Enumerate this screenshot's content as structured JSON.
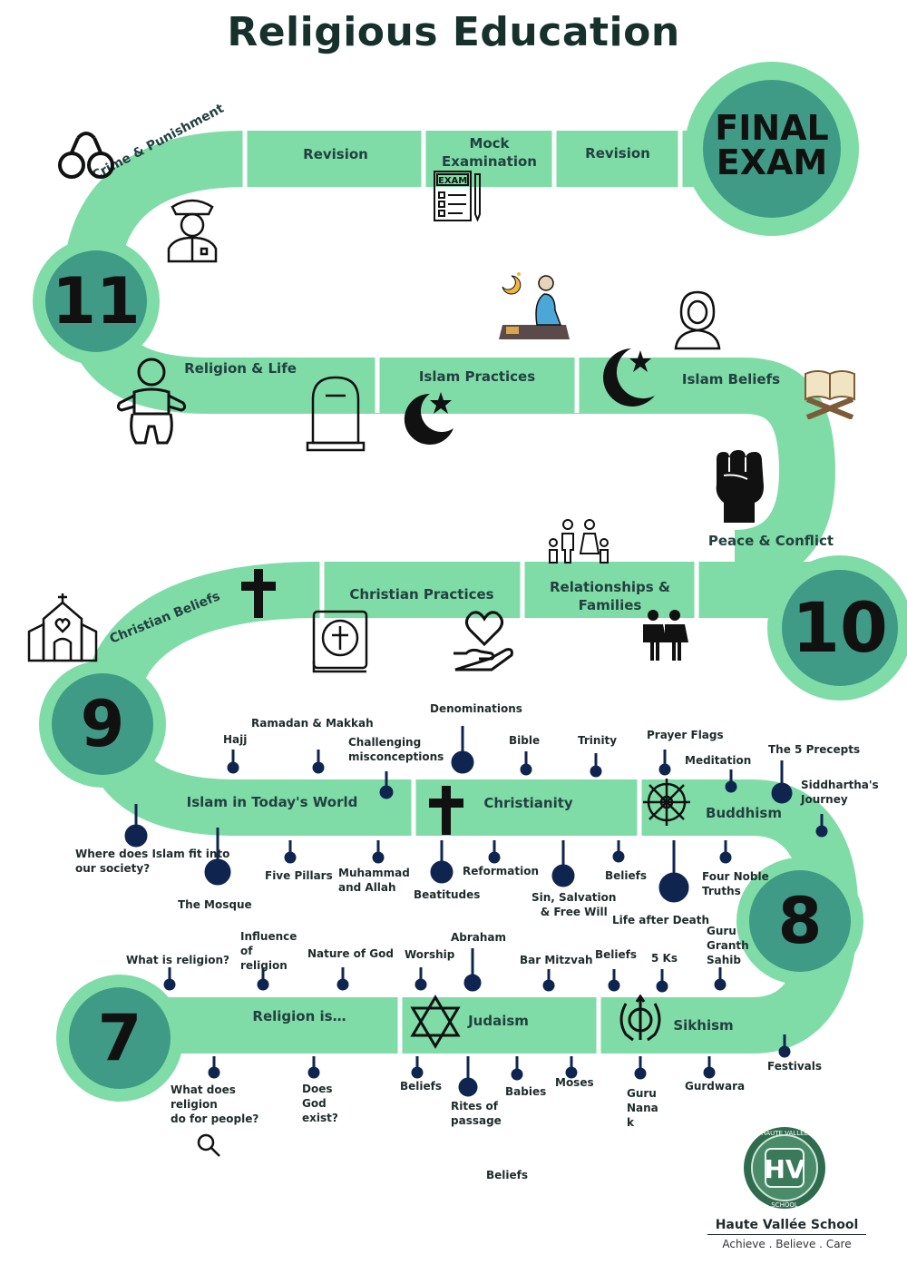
{
  "title": "Religious Education",
  "years": {
    "y11": "11",
    "y10": "10",
    "y9": "9",
    "y8": "8",
    "y7": "7"
  },
  "final_exam": "FINAL\nEXAM",
  "year11": {
    "crime": "Crime & Punishment",
    "revision1": "Revision",
    "mock": "Mock\nExamination",
    "revision2": "Revision",
    "exam_label": "EXAM",
    "religion_life": "Religion & Life",
    "islam_practices": "Islam Practices",
    "islam_beliefs": "Islam Beliefs"
  },
  "year10": {
    "peace": "Peace & Conflict",
    "relationships": "Relationships &\nFamilies",
    "christian_practices": "Christian Practices",
    "christian_beliefs": "Christian Beliefs"
  },
  "year9": {
    "islam_today": "Islam in Today's World",
    "christianity": "Christianity",
    "buddhism": "Buddhism",
    "hajj": "Hajj",
    "ramadan": "Ramadan & Makkah",
    "challenging": "Challenging\nmisconceptions",
    "denominations": "Denominations",
    "bible": "Bible",
    "trinity": "Trinity",
    "prayer_flags": "Prayer Flags",
    "meditation": "Meditation",
    "precepts": "The 5 Precepts",
    "siddhartha": "Siddhartha's\nJourney",
    "where_islam": "Where does Islam fit into\nour society?",
    "mosque": "The Mosque",
    "five_pillars": "Five Pillars",
    "muhammad": "Muhammad\nand Allah",
    "beatitudes": "Beatitudes",
    "reformation": "Reformation",
    "sin": "Sin, Salvation\n& Free Will",
    "beliefs": "Beliefs",
    "afterlife": "Life after Death",
    "four_truths": "Four Noble\nTruths"
  },
  "year7": {
    "religion_is": "Religion is…",
    "judaism": "Judaism",
    "sikhism": "Sikhism",
    "what_is": "What is religion?",
    "influence": "Influence\nof\nreligion",
    "nature_god": "Nature of God",
    "worship": "Worship",
    "abraham": "Abraham",
    "bar_mitzvah": "Bar Mitzvah",
    "beliefs_top": "Beliefs",
    "five_ks": "5 Ks",
    "guru_granth": "Guru\nGranth\nSahib",
    "festivals": "Festivals",
    "what_does": "What does\nreligion\ndo for people?",
    "does_god": "Does\nGod\nexist?",
    "beliefs_bottom": "Beliefs",
    "rites": "Rites of\npassage",
    "babies": "Babies",
    "moses": "Moses",
    "guru_nanak": "Guru\nNana\nk",
    "gurdwara": "Gurdwara",
    "stray_beliefs": "Beliefs"
  },
  "school": {
    "logo_text": "HV",
    "logo_top": "HAUTE VALLEE",
    "logo_bottom": "SCHOOL",
    "name": "Haute Vallée School",
    "motto": "Achieve . Believe . Care"
  },
  "colors": {
    "road": "#7fdca7",
    "circle_inner": "#3f9b86",
    "marker": "#0f2550",
    "text": "#1e2b2b"
  }
}
